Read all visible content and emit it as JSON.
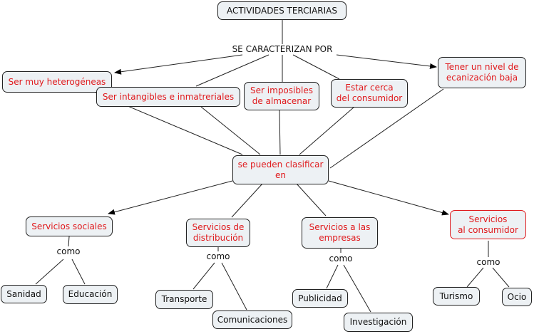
{
  "concept_map": {
    "root": "ACTIVIDADES TERCIARIAS",
    "root_link": "SE CARACTERIZAN POR",
    "characteristics": [
      "Ser muy heterogéneas",
      "Ser intangibles e inmatreriales",
      "Ser imposibles\nde almacenar",
      "Estar cerca\ndel consumidor",
      "Tener un nivel de\necanización baja"
    ],
    "classify_node": "se pueden clasificar\nen",
    "categories": [
      {
        "label": "Servicios sociales",
        "link": "como",
        "examples": [
          "Sanidad",
          "Educación"
        ]
      },
      {
        "label": "Servicios de\ndistribución",
        "link": "como",
        "examples": [
          "Transporte",
          "Comunicaciones"
        ]
      },
      {
        "label": "Servicios a las\nempresas",
        "link": "como",
        "examples": [
          "Publicidad",
          "Investigación"
        ]
      },
      {
        "label": "Servicios\nal consumidor",
        "link": "como",
        "examples": [
          "Turismo",
          "Ocio"
        ]
      }
    ],
    "colors": {
      "concept_text": "#e0191c",
      "node_fill": "#edf1f4",
      "line": "#222222"
    }
  }
}
